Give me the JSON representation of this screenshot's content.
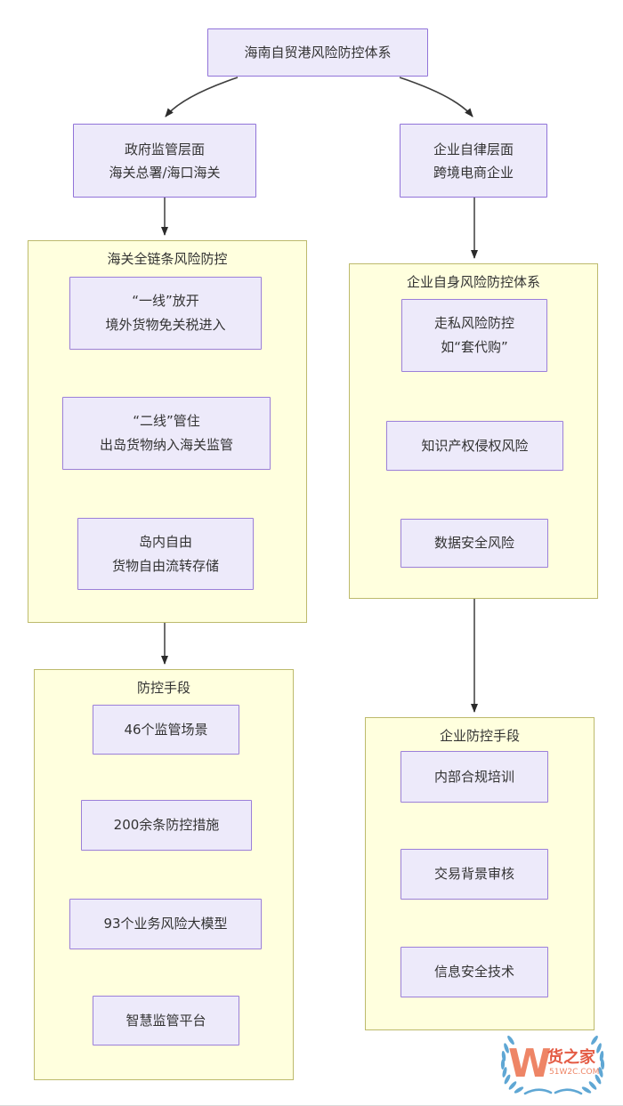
{
  "root_node": {
    "label": "海南自贸港风险防控体系"
  },
  "gov_node": {
    "line1": "政府监管层面",
    "line2": "海关总署/海口海关"
  },
  "enterprise_node": {
    "line1": "企业自律层面",
    "line2": "跨境电商企业"
  },
  "customs_container": {
    "title": "海关全链条风险防控",
    "box1": {
      "line1": "“一线”放开",
      "line2": "境外货物免关税进入"
    },
    "box2": {
      "line1": "“二线”管住",
      "line2": "出岛货物纳入海关监管"
    },
    "box3": {
      "line1": "岛内自由",
      "line2": "货物自由流转存储"
    }
  },
  "enterprise_risk_container": {
    "title": "企业自身风险防控体系",
    "box1": {
      "line1": "走私风险防控",
      "line2": "如“套代购”"
    },
    "box2": {
      "label": "知识产权侵权风险"
    },
    "box3": {
      "label": "数据安全风险"
    }
  },
  "measures_container": {
    "title": "防控手段",
    "box1": {
      "label": "46个监管场景"
    },
    "box2": {
      "label": "200余条防控措施"
    },
    "box3": {
      "label": "93个业务风险大模型"
    },
    "box4": {
      "label": "智慧监管平台"
    }
  },
  "enterprise_measures_container": {
    "title": "企业防控手段",
    "box1": {
      "label": "内部合规培训"
    },
    "box2": {
      "label": "交易背景审核"
    },
    "box3": {
      "label": "信息安全技术"
    }
  },
  "logo": {
    "monogram": "W",
    "brand": "货之家",
    "domain": "51W2C.COM"
  },
  "colors": {
    "node_fill": "#EDEAFA",
    "node_border": "#9173D9",
    "container_fill": "#FFFFDE",
    "container_border": "#BDBA6C",
    "arrow": "#3F3F3F",
    "text": "#333333",
    "logo_orange": "#EE8566",
    "logo_red": "#E45C45",
    "logo_blue": "#5FA7D4"
  }
}
